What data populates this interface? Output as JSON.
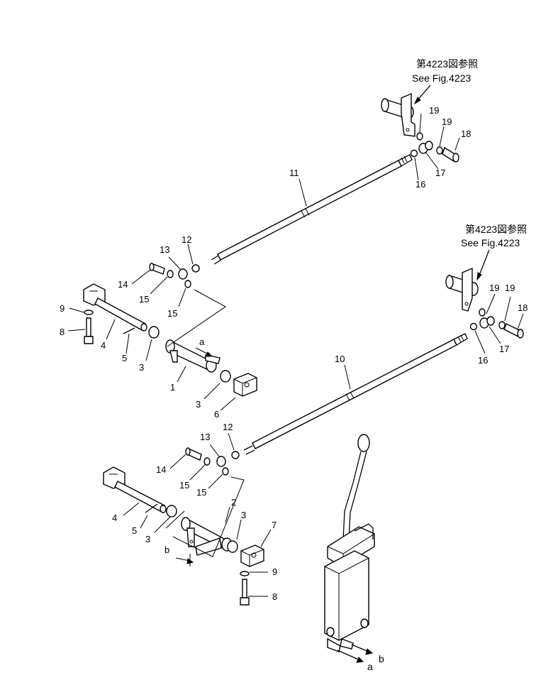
{
  "references": {
    "upper": {
      "jp": "第4223図参照",
      "en": "See Fig.4223"
    },
    "lower": {
      "jp": "第4223図参照",
      "en": "See Fig.4223"
    }
  },
  "callouts": {
    "c1": "1",
    "c2": "2",
    "c3a": "3",
    "c3b": "3",
    "c3c": "3",
    "c3d": "3",
    "c4a": "4",
    "c4b": "4",
    "c5a": "5",
    "c5b": "5",
    "c6": "6",
    "c7": "7",
    "c8a": "8",
    "c8b": "8",
    "c9a": "9",
    "c9b": "9",
    "c10": "10",
    "c11": "11",
    "c12a": "12",
    "c12b": "12",
    "c13a": "13",
    "c13b": "13",
    "c14a": "14",
    "c14b": "14",
    "c15a": "15",
    "c15b": "15",
    "c15c": "15",
    "c15d": "15",
    "c16a": "16",
    "c16b": "16",
    "c17a": "17",
    "c17b": "17",
    "c18a": "18",
    "c18b": "18",
    "c19a": "19",
    "c19b": "19",
    "c19c": "19",
    "c19d": "19"
  },
  "view_markers": {
    "a1": "a",
    "b1": "b",
    "a2": "a",
    "b2": "b"
  }
}
